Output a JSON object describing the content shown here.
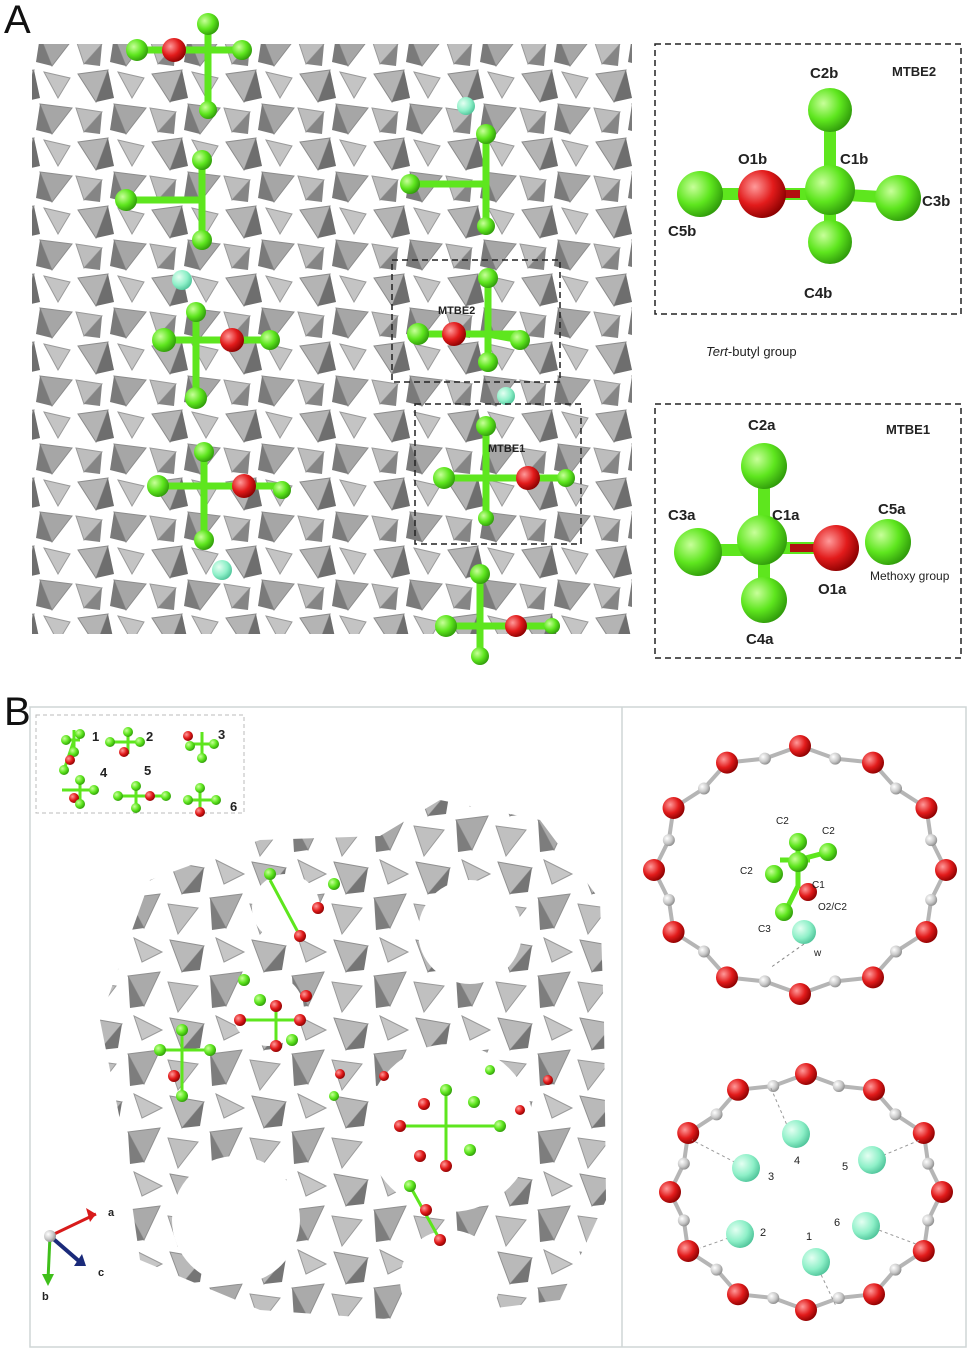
{
  "panel_a": {
    "letter": "A",
    "mtbe2_box_label": "MTBE2",
    "mtbe1_box_label": "MTBE1",
    "tert_butyl_label_em": "Tert",
    "tert_butyl_label_rest": "-butyl group",
    "mtbe2_detail": {
      "title": "MTBE2",
      "atoms": {
        "c2b": "C2b",
        "c1b": "C1b",
        "o1b": "O1b",
        "c5b": "C5b",
        "c3b": "C3b",
        "c4b": "C4b"
      }
    },
    "mtbe1_detail": {
      "title": "MTBE1",
      "atoms": {
        "c2a": "C2a",
        "c1a": "C1a",
        "c3a": "C3a",
        "c5a": "C5a",
        "o1a": "O1a",
        "c4a": "C4a"
      },
      "methoxy_label": "Methoxy group"
    }
  },
  "panel_b": {
    "letter": "B",
    "inset_numbers": [
      "1",
      "2",
      "3",
      "4",
      "5",
      "6"
    ],
    "axes": {
      "a": "a",
      "b": "b",
      "c": "c"
    },
    "ring_top": {
      "c2_top_left": "C2",
      "c2_top_right": "C2",
      "c2_left": "C2",
      "c1": "C1",
      "o2c2": "O2/C2",
      "c3": "C3",
      "w": "w"
    },
    "ring_bottom_numbers": [
      "4",
      "3",
      "5",
      "2",
      "6",
      "1"
    ]
  },
  "colors": {
    "carbon": "#5ee61e",
    "oxygen": "#e21b1b",
    "water": "#8ef0c8",
    "framework": "#9a9a9a",
    "si": "#c8c8c8"
  }
}
